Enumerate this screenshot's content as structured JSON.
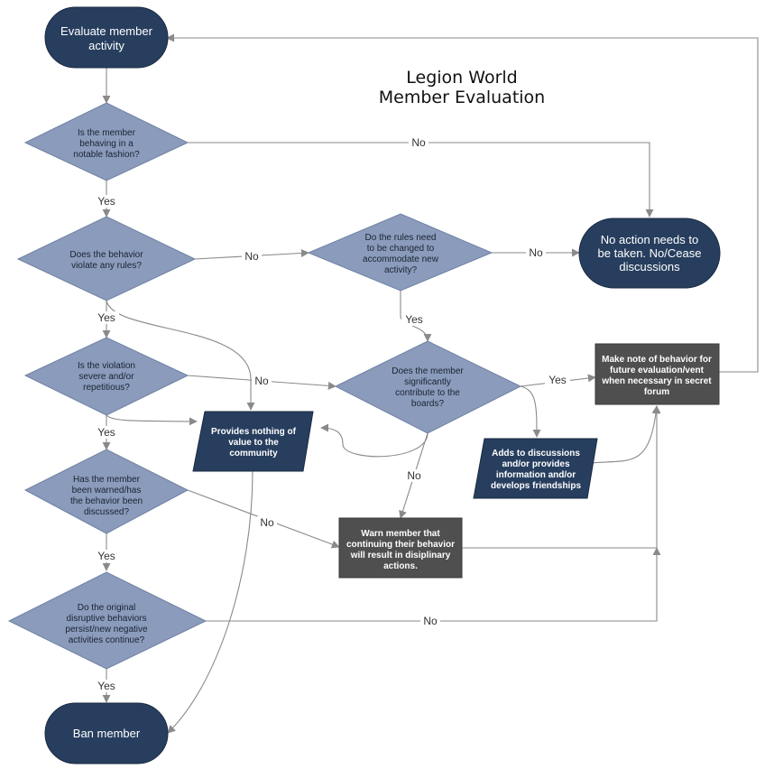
{
  "title": [
    "Legion World",
    "Member Evaluation"
  ],
  "nodes": {
    "start": [
      "Evaluate member",
      "activity"
    ],
    "q_notable": [
      "Is the member",
      "behaving in a",
      "notable fashion?"
    ],
    "q_violate": [
      "Does the behavior",
      "violate any rules?"
    ],
    "q_rules_change": [
      "Do the rules need",
      "to be changed to",
      "accommodate new",
      "activity?"
    ],
    "no_action": [
      "No action needs to",
      "be taken.  No/Cease",
      "discussions"
    ],
    "q_severe": [
      "Is the violation",
      "severe and/or",
      "repetitious?"
    ],
    "q_contribute": [
      "Does the member",
      "significantly",
      "contribute to the",
      "boards?"
    ],
    "make_note": [
      "Make note of behavior for",
      "future evaluation/vent",
      "when necessary in secret",
      "forum"
    ],
    "provides_nothing": [
      "Provides nothing of",
      "value to the",
      "community"
    ],
    "adds_discussions": [
      "Adds to discussions",
      "and/or provides",
      "information and/or",
      "develops friendships"
    ],
    "q_warned": [
      "Has the member",
      "been warned/has",
      "the behavior been",
      "discussed?"
    ],
    "warn_member": [
      "Warn member that",
      "continuing their behavior",
      "will result in disiplinary",
      "actions."
    ],
    "q_persist": [
      "Do the original",
      "disruptive behaviors",
      "persist/new negative",
      "activities continue?"
    ],
    "ban": [
      "Ban member"
    ]
  },
  "edge_labels": {
    "notable_no": "No",
    "notable_yes": "Yes",
    "violate_no": "No",
    "rules_change_no": "No",
    "violate_yes": "Yes",
    "rules_change_yes": "Yes",
    "severe_no": "No",
    "contribute_yes": "Yes",
    "severe_yes": "Yes",
    "contribute_no": "No",
    "warned_no": "No",
    "warned_yes": "Yes",
    "persist_no": "No",
    "persist_yes": "Yes"
  },
  "colors": {
    "terminal": "#273e5e",
    "decision": "#8a9bbb",
    "process_dark": "#4f4f4f",
    "data_shape": "#273e5e",
    "connector": "#8a8a8a"
  }
}
